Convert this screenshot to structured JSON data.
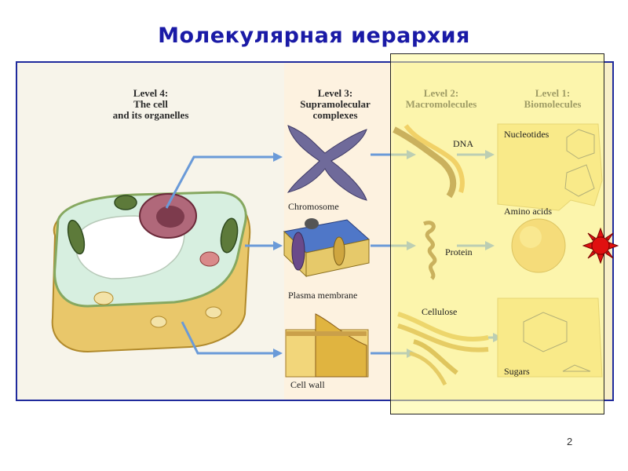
{
  "slide": {
    "title": "Молекулярная иерархия",
    "page_number": "2"
  },
  "levels": {
    "level4": [
      "Level 4:",
      "The cell",
      "and its organelles"
    ],
    "level3": [
      "Level 3:",
      "Supramolecular",
      "complexes"
    ],
    "level2": [
      "Level 2:",
      "Macromolecules"
    ],
    "level1": [
      "Level 1:",
      "Biomolecules"
    ]
  },
  "labels": {
    "chromosome": "Chromosome",
    "plasma_membrane": "Plasma membrane",
    "cell_wall": "Cell wall",
    "dna": "DNA",
    "protein": "Protein",
    "cellulose": "Cellulose",
    "nucleotides": "Nucleotides",
    "amino_acids": "Amino acids",
    "sugars": "Sugars"
  },
  "colors": {
    "title": "#1a1aa6",
    "frame_border": "#1f2a9c",
    "arrow": "#6a9ad8",
    "highlight": "#fff8a0",
    "sun": "#e01010"
  },
  "icons": {
    "sun": "sun-icon"
  }
}
